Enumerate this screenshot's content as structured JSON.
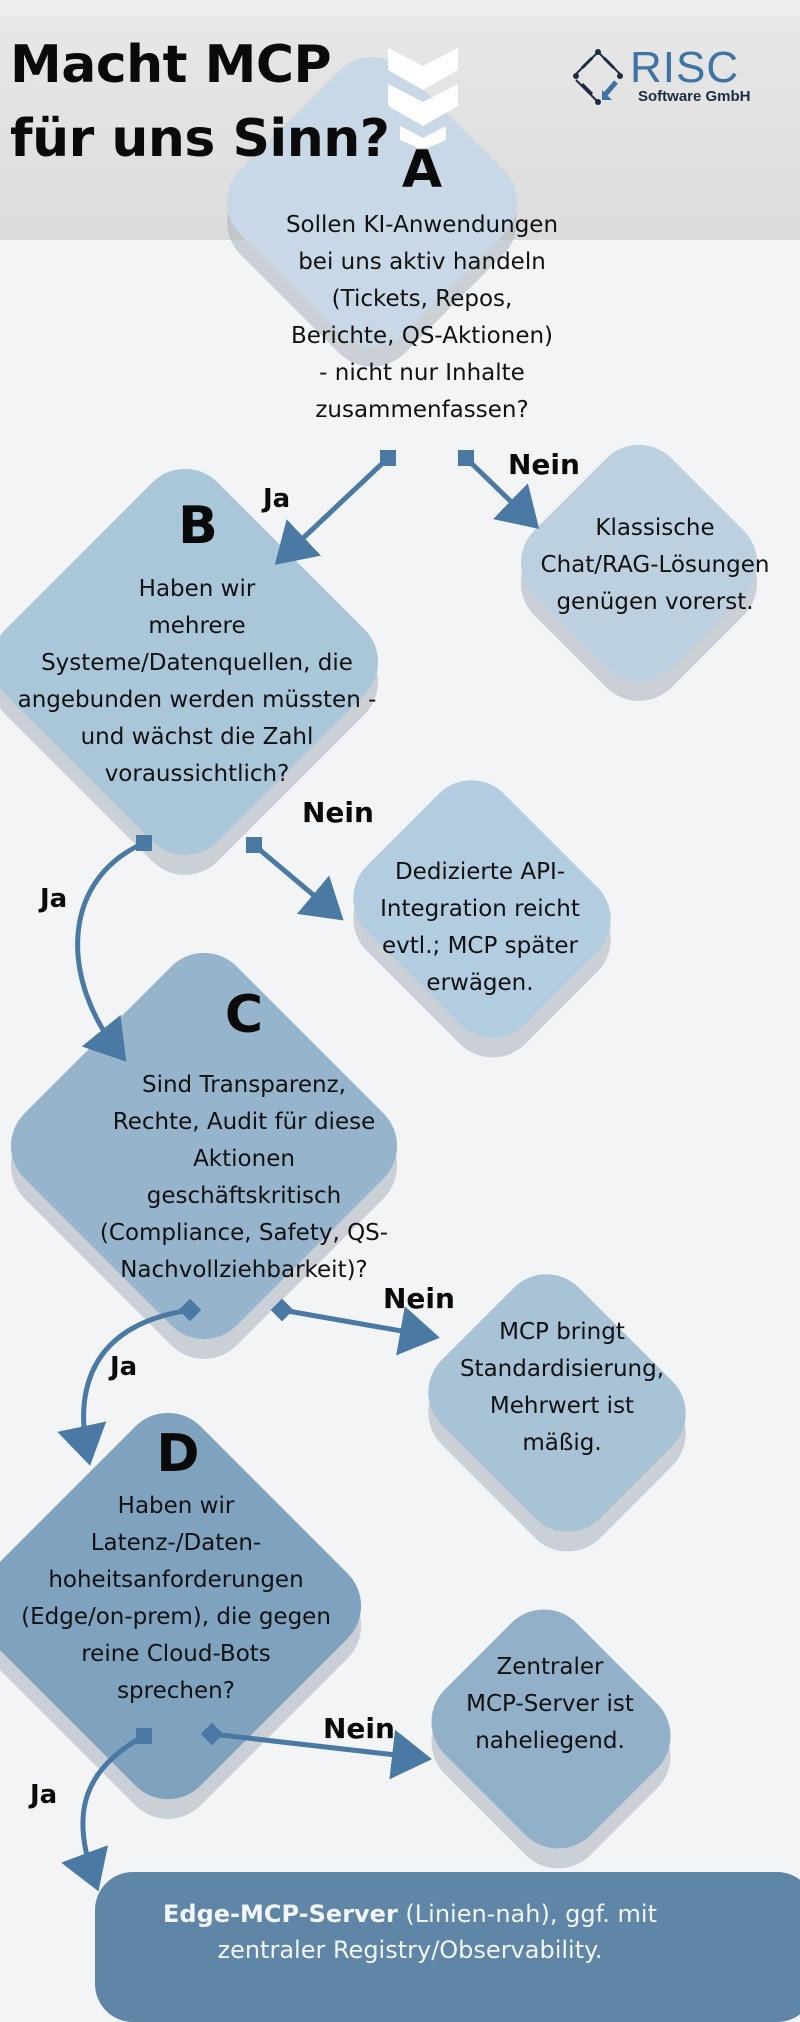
{
  "header": {
    "title_line1": "Macht MCP",
    "title_line2": "für uns Sinn?",
    "logo_name": "RISC",
    "logo_sub": "Software GmbH"
  },
  "questions": [
    {
      "letter": "A",
      "lines": [
        "Sollen KI-Anwendungen",
        "bei uns aktiv handeln",
        "(Tickets, Repos,",
        "Berichte, QS-Aktionen)",
        "- nicht nur Inhalte",
        "zusammenfassen?"
      ]
    },
    {
      "letter": "B",
      "lines": [
        "Haben wir",
        "mehrere",
        "Systeme/Datenquellen, die",
        "angebunden werden müssten -",
        "und wächst die Zahl",
        "voraussichtlich?"
      ]
    },
    {
      "letter": "C",
      "lines": [
        "Sind Transparenz,",
        "Rechte, Audit für diese",
        "Aktionen",
        "geschäftskritisch",
        "(Compliance, Safety, QS-",
        "Nachvollziehbarkeit)?"
      ]
    },
    {
      "letter": "D",
      "lines": [
        "Haben wir",
        "Latenz-/Daten-",
        "hoheitsanforderungen",
        "(Edge/on-prem), die gegen",
        "reine Cloud-Bots",
        "sprechen?"
      ]
    }
  ],
  "outcomes": [
    {
      "lines": [
        "Klassische",
        "Chat/RAG-Lösungen",
        "genügen vorerst."
      ]
    },
    {
      "lines": [
        "Dedizierte API-",
        "Integration reicht",
        "evtl.; MCP später",
        "erwägen."
      ]
    },
    {
      "lines": [
        "MCP bringt",
        "Standardisierung,",
        "Mehrwert ist",
        "mäßig."
      ]
    },
    {
      "lines": [
        "Zentraler",
        "MCP-Server ist",
        "naheliegend."
      ]
    }
  ],
  "labels": {
    "yes": "Ja",
    "no": "Nein"
  },
  "final": {
    "bold": "Edge-MCP-Server",
    "rest1": " (Linien-nah), ggf. mit",
    "line2": "zentraler Registry/Observability."
  },
  "colors": {
    "diamond_a": "#c9d8e6",
    "diamond_b": "#aac7d9",
    "diamond_c": "#95b3c9",
    "diamond_d": "#7ea2bf",
    "outcome": "#b3cadc",
    "arrow": "#4a7aa4",
    "final_box": "#5f86a6"
  }
}
